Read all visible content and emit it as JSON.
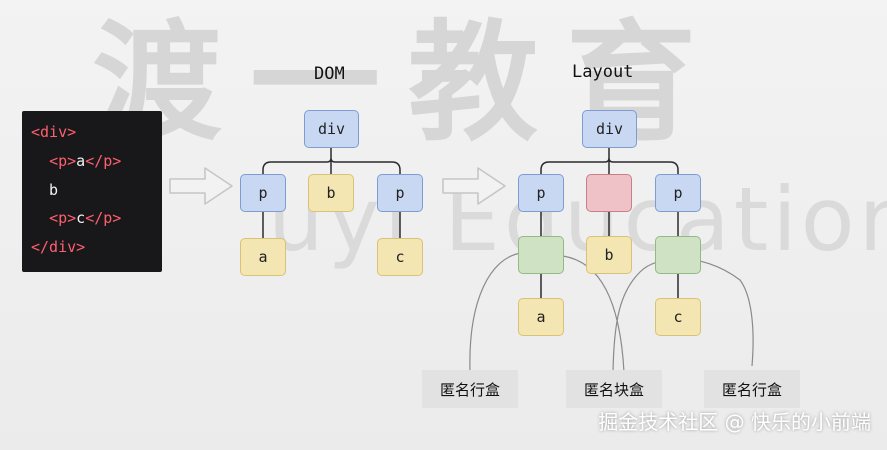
{
  "watermark": {
    "top": "渡一教育",
    "middle": "uyi Education"
  },
  "code": {
    "lines": [
      {
        "parts": [
          [
            "tag",
            "<div>"
          ]
        ]
      },
      {
        "parts": [
          [
            "plain",
            "  "
          ],
          [
            "tag",
            "<p>"
          ],
          [
            "plain",
            "a"
          ],
          [
            "tag",
            "</p>"
          ]
        ]
      },
      {
        "parts": [
          [
            "plain",
            "  b"
          ]
        ]
      },
      {
        "parts": [
          [
            "plain",
            "  "
          ],
          [
            "tag",
            "<p>"
          ],
          [
            "plain",
            "c"
          ],
          [
            "tag",
            "</p>"
          ]
        ]
      },
      {
        "parts": [
          [
            "tag",
            "</div>"
          ]
        ]
      }
    ]
  },
  "dom": {
    "title": "DOM",
    "root": "div",
    "p1": "p",
    "b": "b",
    "p2": "p",
    "a": "a",
    "c": "c"
  },
  "layout": {
    "title": "Layout",
    "root": "div",
    "p1": "p",
    "anon_block": "",
    "p2": "p",
    "anon_inline1": "",
    "b": "b",
    "anon_inline2": "",
    "a": "a",
    "c": "c"
  },
  "annotations": {
    "anon_inline_left": "匿名行盒",
    "anon_block": "匿名块盒",
    "anon_inline_right": "匿名行盒"
  },
  "footer": "掘金技术社区 @ 快乐的小前端",
  "colors": {
    "blue_fill": "#c9d8f2",
    "yellow_fill": "#f3e6b2",
    "red_fill": "#eec2c6",
    "green_fill": "#cfe3c4",
    "tag": "#ff5f6d"
  }
}
